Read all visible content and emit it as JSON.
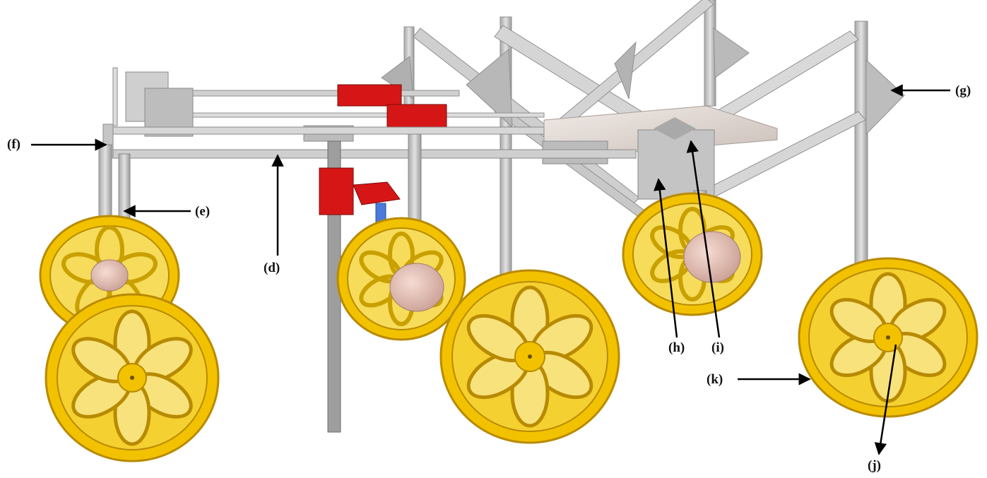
{
  "figure": {
    "labels": {
      "d": "(d)",
      "e": "(e)",
      "f": "(f)",
      "g": "(g)",
      "h": "(h)",
      "i": "(i)",
      "j": "(j)",
      "k": "(k)"
    },
    "colors": {
      "wheel_yellow": "#f2c200",
      "wheel_dark": "#b88a00",
      "frame_silver": "#c9c9c9",
      "frame_shadow": "#8f8f8f",
      "actuator_red": "#d61616",
      "hub_pink": "#e8c2b8",
      "nozzle_blue": "#4a7bd8",
      "arrow": "#000000"
    }
  }
}
